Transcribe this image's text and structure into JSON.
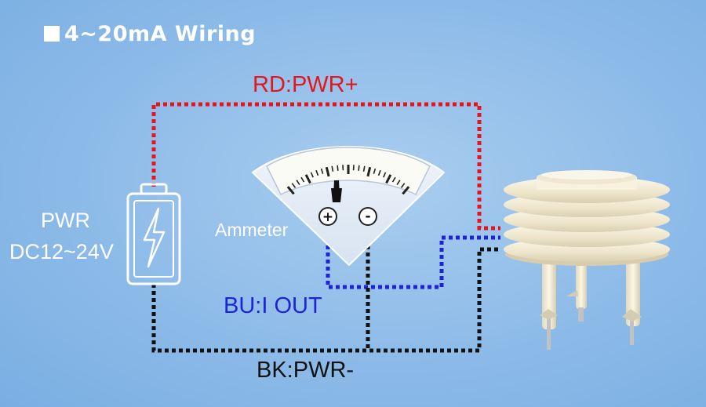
{
  "title": "4~20mA Wiring",
  "wires": {
    "red_label": "RD:PWR+",
    "blue_label": "BU:I OUT",
    "black_label": "BK:PWR-"
  },
  "ammeter": {
    "label": "Ammeter",
    "plus": "+",
    "minus": "-"
  },
  "power": {
    "label": "PWR",
    "voltage": "DC12~24V"
  },
  "colors": {
    "background": "#8dbbe8",
    "red_wire": "#e8141c",
    "blue_wire": "#1e22d8",
    "black_wire": "#111111",
    "outline": "#ffffff",
    "sensor_body": "#f4ecd6"
  },
  "icons": [
    "battery-icon",
    "lightning-bolt-icon",
    "ammeter-gauge-icon",
    "sensor-shield-icon"
  ]
}
